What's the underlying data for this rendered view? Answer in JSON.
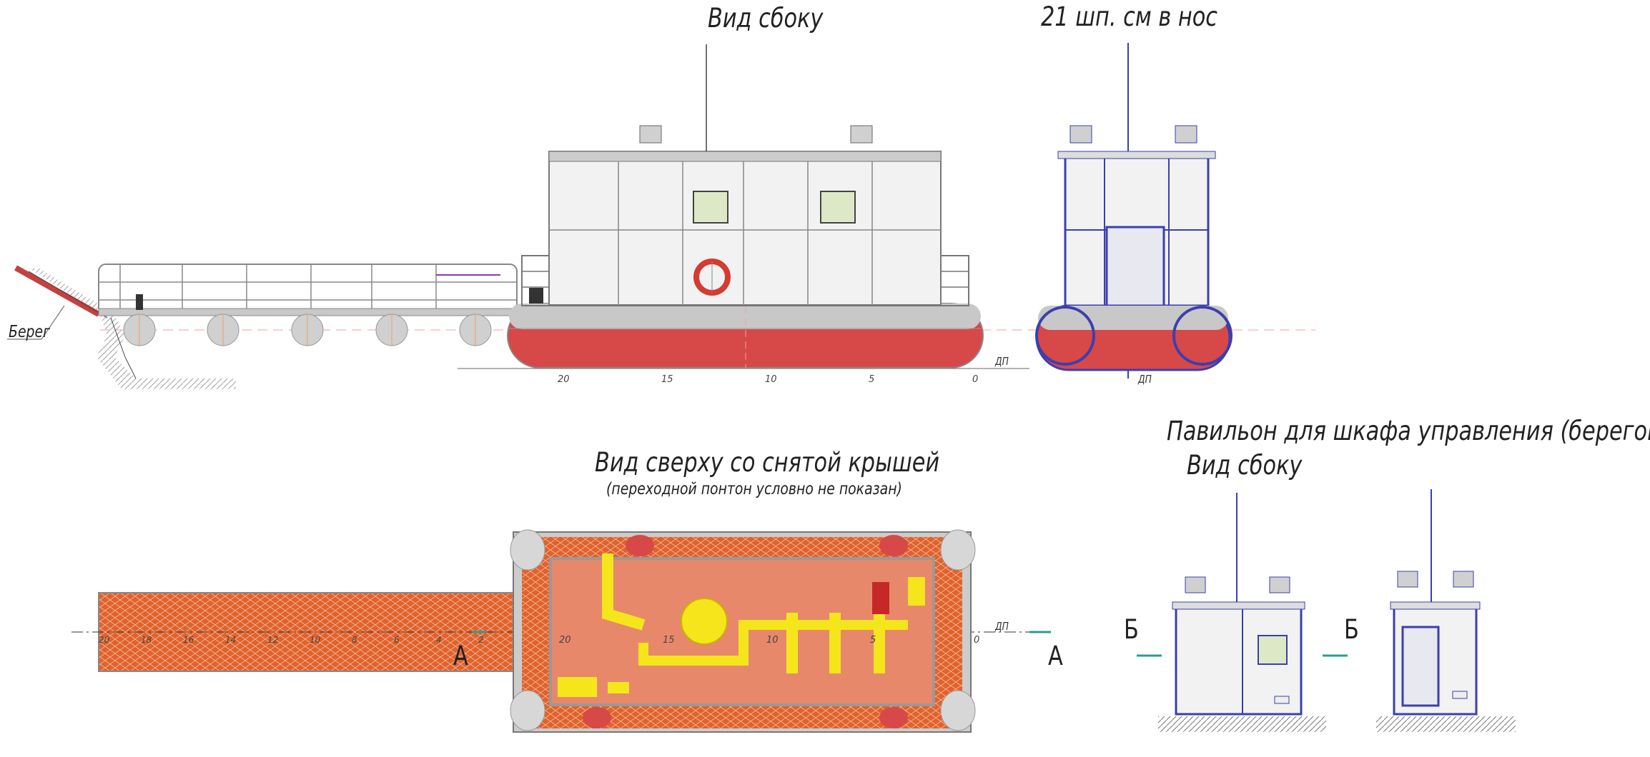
{
  "titles": {
    "side_view": "Вид сбоку",
    "frame_view": "21 шп. см в нос",
    "top_view": "Вид сверху со снятой крышей",
    "top_view_note": "(переходной понтон условно не показан)",
    "pavilion_title": "Павильон для шкафа управления (береговой)",
    "pavilion_side_view": "Вид сбоку"
  },
  "labels": {
    "shore": "Берег",
    "dp_side": "ДП",
    "dp_front": "ДП",
    "dp_top": "ДП",
    "section_a_left": "А",
    "section_a_right": "А",
    "section_b_left": "Б",
    "section_b_right": "Б"
  },
  "hull_frame_scale": [
    "20",
    "15",
    "10",
    "5",
    "0"
  ],
  "top_view_frames": [
    "20",
    "15",
    "10",
    "5",
    "0"
  ],
  "gangway_frames": [
    "20",
    "18",
    "16",
    "14",
    "12",
    "10",
    "8",
    "6",
    "4",
    "2"
  ],
  "colors": {
    "hull_red": "#d74848",
    "hull_grey": "#c8c8c8",
    "line_blue": "#3a3fb0",
    "deck_orange": "#e0622c",
    "deck_inner": "#e8886a",
    "pipe_yellow": "#f5e61c",
    "window_green": "#dde9c6"
  }
}
